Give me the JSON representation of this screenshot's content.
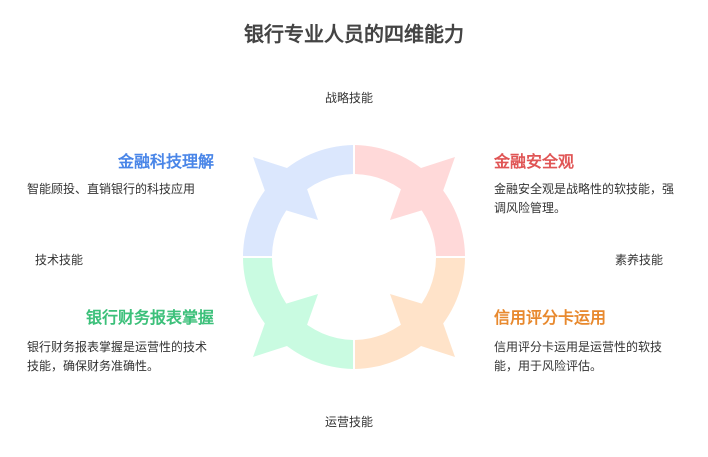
{
  "title": "银行专业人员的四维能力",
  "axes": {
    "top": "战略技能",
    "bottom": "运营技能",
    "left": "技术技能",
    "right": "素养技能"
  },
  "quadrants": [
    {
      "heading": "金融科技理解",
      "desc": "智能顾投、直销银行的科技应用",
      "color": "#4a86e8",
      "fill": "#dbe7fd"
    },
    {
      "heading": "金融安全观",
      "desc": "金融安全观是战略性的软技能，强调风险管理。",
      "color": "#e05555",
      "fill": "#ffd9d9"
    },
    {
      "heading": "银行财务报表掌握",
      "desc": "银行财务报表掌握是运营性的技术技能，确保财务准确性。",
      "color": "#3cc07a",
      "fill": "#c9fbe1"
    },
    {
      "heading": "信用评分卡运用",
      "desc": "信用评分卡运用是运营性的软技能，用于风险评估。",
      "color": "#e8892e",
      "fill": "#ffe3c9"
    }
  ]
}
